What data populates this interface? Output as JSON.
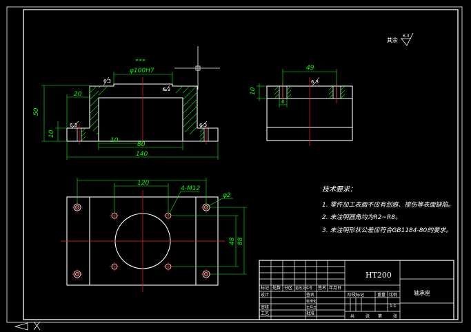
{
  "front_view": {
    "dims": {
      "bore": "φ100H7",
      "width_20": "20",
      "height_50": "50",
      "height_10": "10",
      "inner_10": "10",
      "inner_80": "80",
      "overall_140": "140"
    },
    "roughness": [
      "6.3",
      "6.3",
      "6.3",
      "6.3"
    ],
    "top_mark": "≠≠≠"
  },
  "side_view": {
    "dims": {
      "width_49": "49",
      "height_10": "10",
      "slot_6": "6"
    },
    "roughness": [
      "6.3"
    ]
  },
  "top_view": {
    "dims": {
      "width_120": "120",
      "holes": "4-M12",
      "pin": "φ2",
      "h_48": "48",
      "h_88": "88"
    }
  },
  "surface_finish": {
    "label": "其余",
    "value": "6.3"
  },
  "notes": {
    "title": "技术要求：",
    "lines": [
      "1. 零件加工表面不应有划痕、擦伤等表面缺陷。",
      "2. 未注明圆角均为R2~R8。",
      "3. 未注明形状公差应符合GB1184-80的要求。"
    ]
  },
  "title_block": {
    "material": "HT200",
    "part_name": "轴承座",
    "rev_headers": [
      "标记",
      "处数",
      "分区",
      "更改文件号",
      "签名",
      "年月日"
    ],
    "sign_rows": [
      "设计",
      "标准化",
      "审核",
      "工艺",
      "批准"
    ],
    "stage_headers": [
      "阶段标记",
      "重量",
      "比例"
    ],
    "scale": "1:1",
    "sheet": [
      "共",
      "张",
      "第",
      "张"
    ],
    "sign_cols": [
      "签名",
      "年月日"
    ]
  }
}
